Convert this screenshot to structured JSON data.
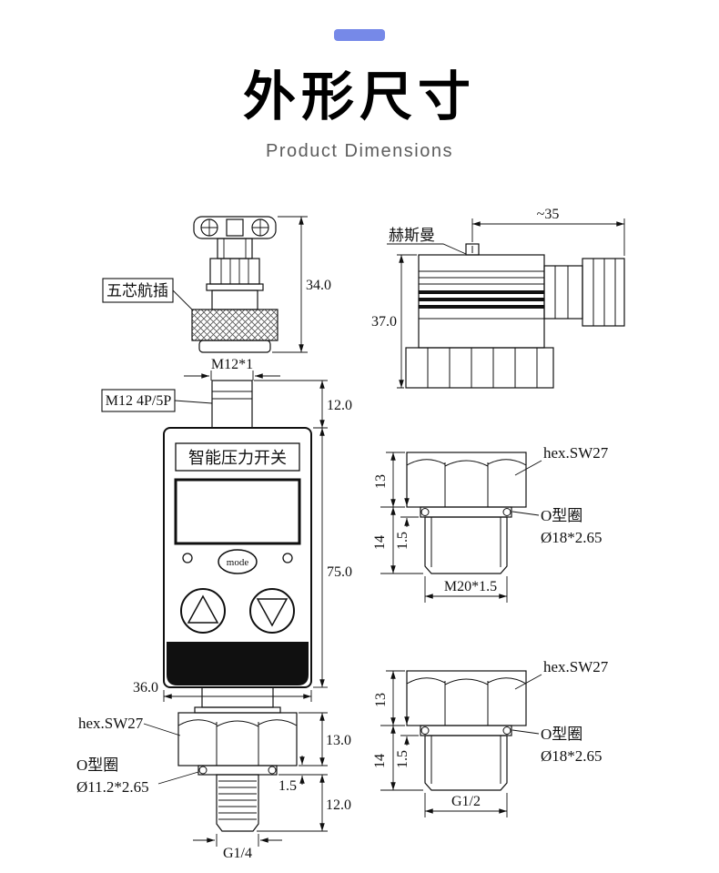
{
  "accent_color": "#7689e8",
  "header": {
    "title": "外形尺寸",
    "subtitle": "Product Dimensions"
  },
  "connector_top_left": {
    "label": "五芯航插",
    "height_dim": "34.0"
  },
  "hirschmann": {
    "label": "赫斯曼",
    "width_dim": "~35",
    "height_dim": "37.0"
  },
  "device": {
    "thread_top_dim": "M12*1",
    "connector_label": "M12 4P/5P",
    "connector_height_dim": "12.0",
    "screen_title": "智能压力开关",
    "mode_button": "mode",
    "body_height_dim": "75.0",
    "body_width_dim": "36.0",
    "hex_label": "hex.SW27",
    "hex_height_dim": "13.0",
    "oring_label": "O型圈",
    "oring_size": "Ø11.2*2.65",
    "oring_thickness_dim": "1.5",
    "thread_length_dim": "12.0",
    "thread_bottom_dim": "G1/4"
  },
  "fitting_m20": {
    "hex_label": "hex.SW27",
    "hex_height_dim": "13",
    "thread_length_dim": "14",
    "oring_thickness_dim": "1.5",
    "oring_label": "O型圈",
    "oring_size": "Ø18*2.65",
    "thread_dim": "M20*1.5"
  },
  "fitting_g12": {
    "hex_label": "hex.SW27",
    "hex_height_dim": "13",
    "thread_length_dim": "14",
    "oring_thickness_dim": "1.5",
    "oring_label": "O型圈",
    "oring_size": "Ø18*2.65",
    "thread_dim": "G1/2"
  }
}
